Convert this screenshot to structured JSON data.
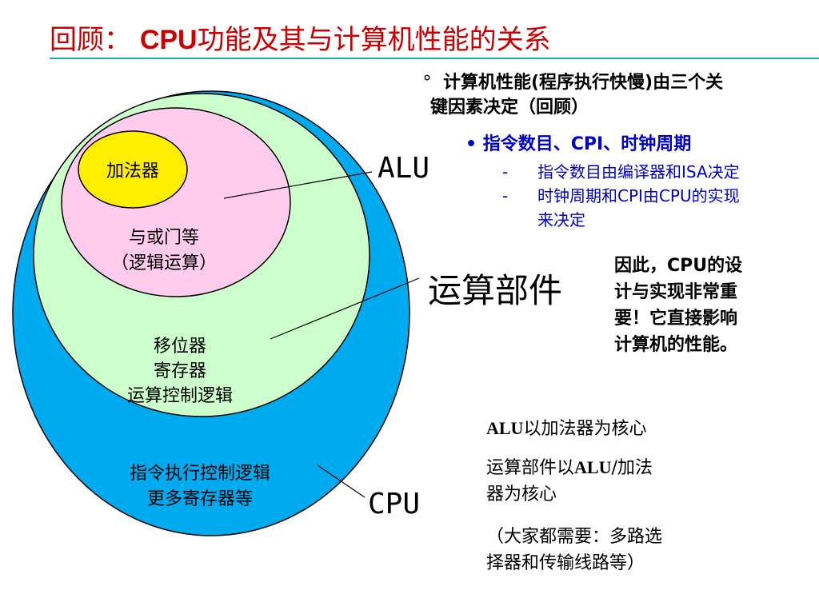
{
  "title": {
    "prefix": "回顾：",
    "cpu": "CPU",
    "suffix": "功能及其与计算机性能的关系"
  },
  "diagram": {
    "adder": "加法器",
    "and_or_gates": [
      "与或门等",
      "（逻辑运算）"
    ],
    "alu_region": [
      "移位器",
      "寄存器",
      "运算控制逻辑"
    ],
    "cpu_region": [
      "指令执行控制逻辑",
      "更多寄存器等"
    ],
    "labels": {
      "alu": "ALU",
      "arith_unit": "运算部件",
      "cpu": "CPU"
    },
    "colors": {
      "cpu": "#00aaee",
      "arith_unit": "#ccffcc",
      "alu": "#ffccee",
      "adder": "#ffee00"
    }
  },
  "right_panel": {
    "point1_marker": "°",
    "point1": [
      "计算机性能(程序执行快慢)由三个关",
      "键因素决定（回顾）"
    ],
    "sub_bullet_marker": "•",
    "sub_bullet": "指令数目、CPI、时钟周期",
    "dash_items": [
      [
        "指令数目由编译器和ISA决定"
      ],
      [
        "时钟周期和CPI由CPU的实现",
        "来决定"
      ]
    ],
    "dash_marker": "-",
    "conclusion": [
      "因此，CPU的设",
      "计与实现非常重",
      "要！它直接影响",
      "计算机的性能。"
    ],
    "note1": {
      "alu": "ALU",
      "rest": "以加法器为核心"
    },
    "note2": {
      "pre": "运算部件以",
      "alu": "ALU",
      "post": "/加法",
      "line2": "器为核心"
    },
    "note3": [
      "（大家都需要：多路选",
      "择器和传输线路等）"
    ]
  }
}
